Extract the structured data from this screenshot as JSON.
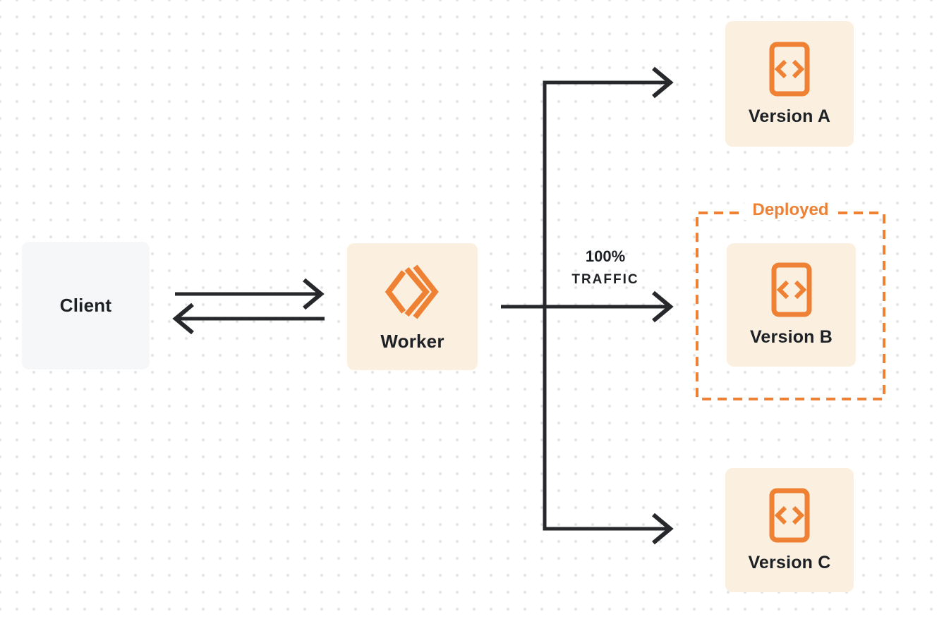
{
  "diagram": {
    "nodes": {
      "client": {
        "label": "Client"
      },
      "worker": {
        "label": "Worker"
      },
      "version_a": {
        "label": "Version A"
      },
      "version_b": {
        "label": "Version B"
      },
      "version_c": {
        "label": "Version C"
      }
    },
    "annotations": {
      "deployed": {
        "label": "Deployed"
      },
      "traffic": {
        "line1": "100%",
        "line2": "TRAFFIC"
      }
    },
    "icons": {
      "worker_icon": "double-chevron-diamond-icon",
      "version_icon": "code-file-icon"
    }
  },
  "colors": {
    "orange": "#ee8133",
    "cream": "#fbf0e0",
    "light_gray_box": "#f6f7f8",
    "ink": "#1d2025",
    "arrow": "#26282b",
    "dot": "#e4e4e7",
    "background": "#ffffff"
  }
}
